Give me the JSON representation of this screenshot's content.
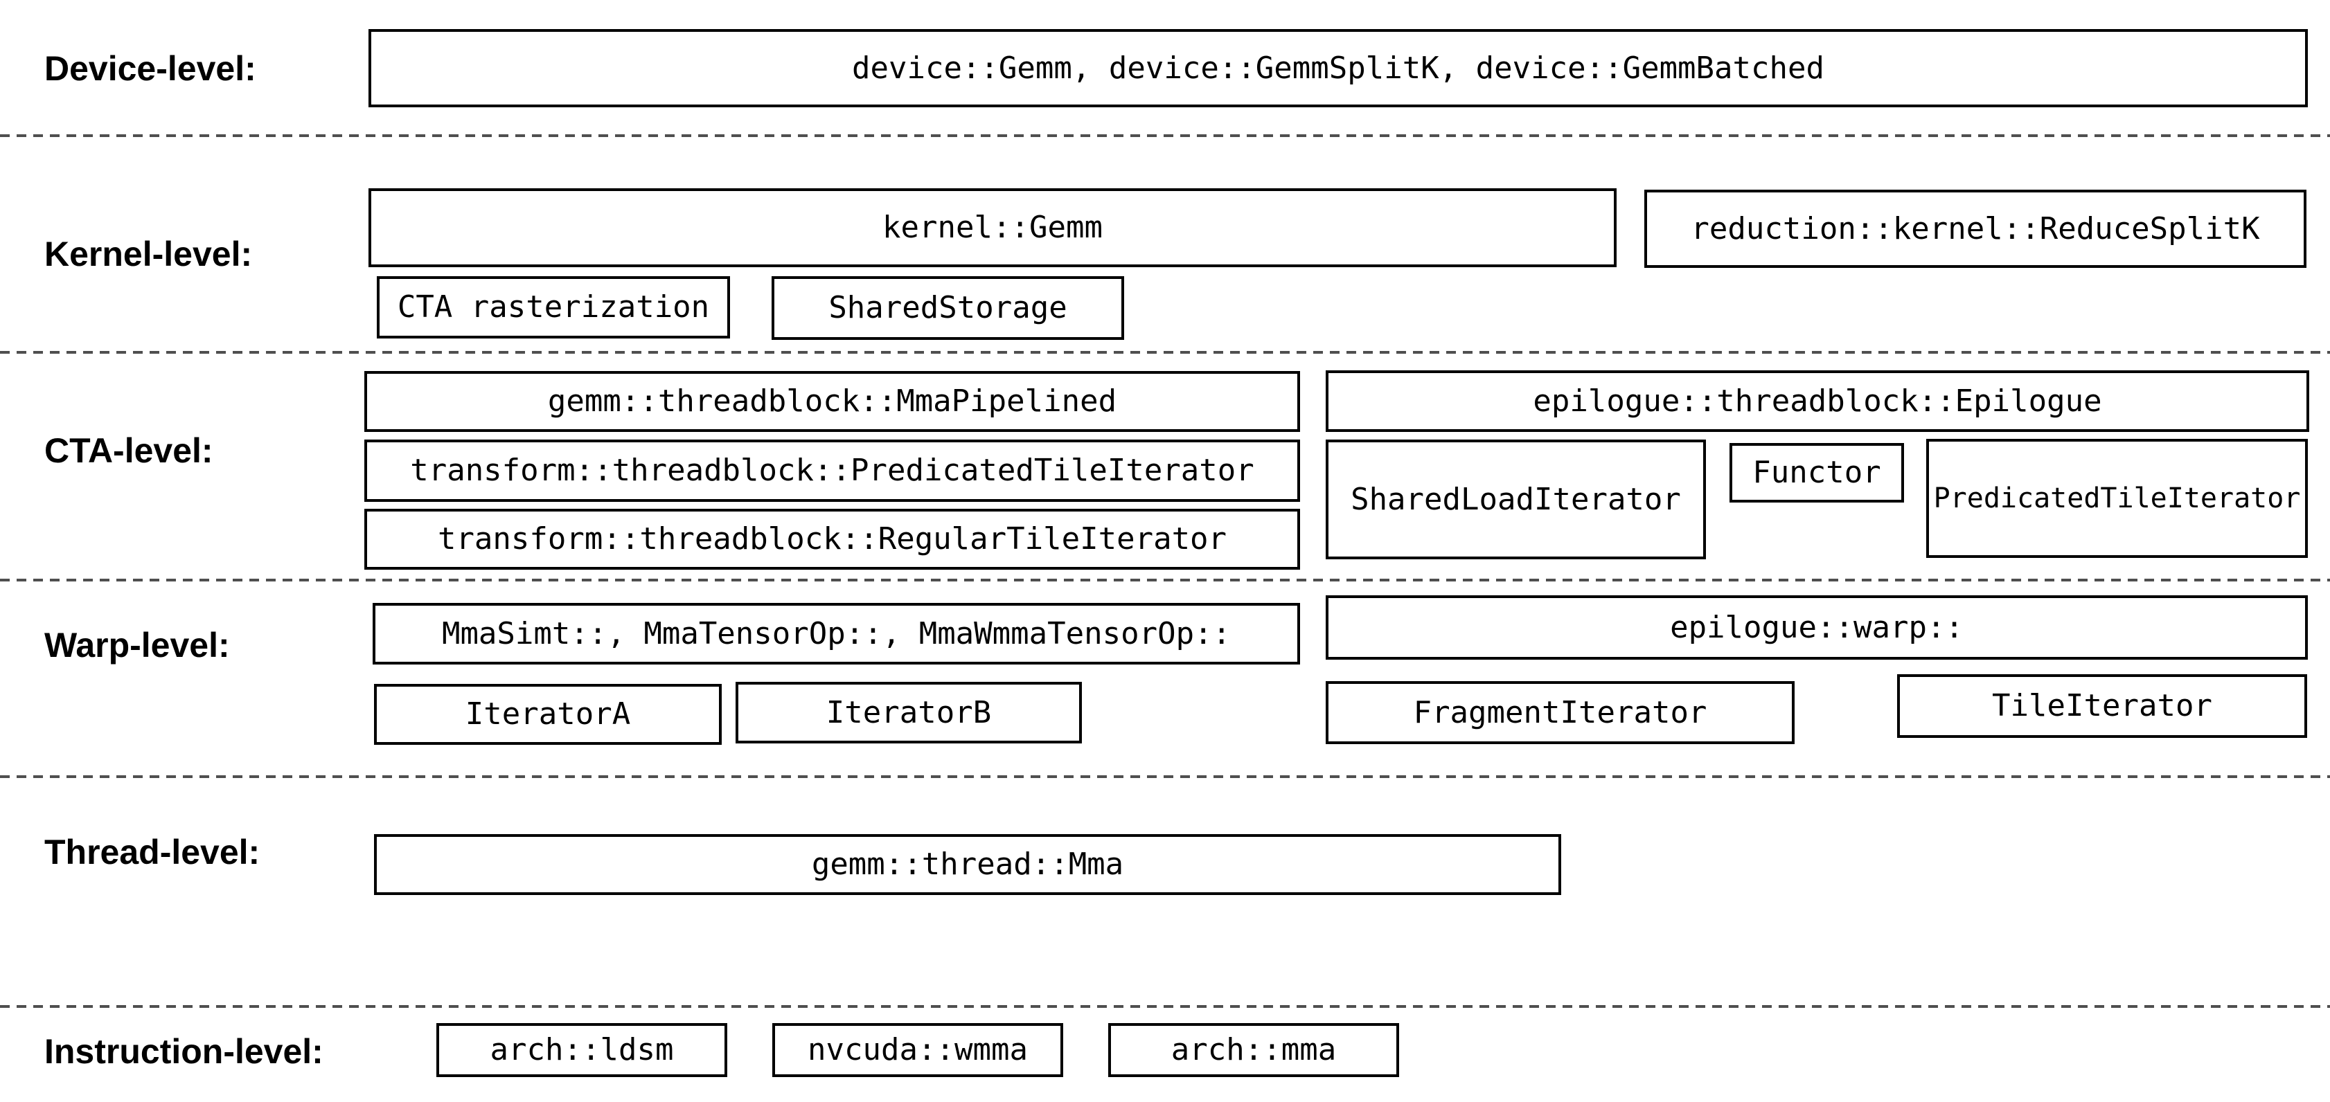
{
  "diagram_title": "CUTLASS GEMM hierarchy diagram",
  "colors": {
    "background": "#ffffff",
    "box_border": "#000000",
    "text": "#000000",
    "separator": "#4f4f4f"
  },
  "levels": {
    "device": {
      "label": "Device-level:",
      "gemm_box": "device::Gemm, device::GemmSplitK, device::GemmBatched"
    },
    "kernel": {
      "label": "Kernel-level:",
      "gemm_box": "kernel::Gemm",
      "reduce_splitk_box": "reduction::kernel::ReduceSplitK",
      "cta_rasterization_box": "CTA rasterization",
      "shared_storage_box": "SharedStorage"
    },
    "cta": {
      "label": "CTA-level:",
      "mma_pipelined_box": "gemm::threadblock::MmaPipelined",
      "predicated_tile_iterator_box": "transform::threadblock::PredicatedTileIterator",
      "regular_tile_iterator_box": "transform::threadblock::RegularTileIterator",
      "epilogue_box": "epilogue::threadblock::Epilogue",
      "shared_load_iterator_box": "SharedLoadIterator",
      "functor_box": "Functor",
      "epilogue_predicated_tile_iterator_box": "PredicatedTileIterator"
    },
    "warp": {
      "label": "Warp-level:",
      "mma_box": "MmaSimt::, MmaTensorOp::, MmaWmmaTensorOp::",
      "iterator_a_box": "IteratorA",
      "iterator_b_box": "IteratorB",
      "epilogue_box": "epilogue::warp::",
      "fragment_iterator_box": "FragmentIterator",
      "tile_iterator_box": "TileIterator"
    },
    "thread": {
      "label": "Thread-level:",
      "mma_box": "gemm::thread::Mma"
    },
    "instruction": {
      "label": "Instruction-level:",
      "ldsm_box": "arch::ldsm",
      "wmma_box": "nvcuda::wmma",
      "mma_box": "arch::mma"
    }
  }
}
